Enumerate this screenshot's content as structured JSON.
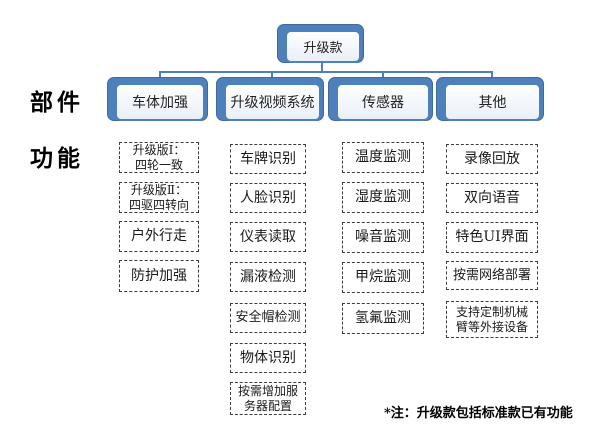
{
  "root": {
    "label": "升级款"
  },
  "row_labels": {
    "components": "部件",
    "functions": "功能"
  },
  "columns": [
    {
      "category": "车体加强",
      "items": [
        "升级版Ⅰ：\n四轮一致",
        "升级版Ⅱ：\n四驱四转向",
        "户外行走",
        "防护加强"
      ]
    },
    {
      "category": "升级视频系统",
      "items": [
        "车牌识别",
        "人脸识别",
        "仪表读取",
        "漏液检测",
        "安全帽检测",
        "物体识别",
        "按需增加服\n务器配置"
      ]
    },
    {
      "category": "传感器",
      "items": [
        "温度监测",
        "湿度监测",
        "噪音监测",
        "甲烷监测",
        "氢氟监测"
      ]
    },
    {
      "category": "其他",
      "items": [
        "录像回放",
        "双向语音",
        "特色UI界面",
        "按需网络部署",
        "支持定制机械\n臂等外接设备"
      ]
    }
  ],
  "footnote": "*注：升级款包括标准款已有功能",
  "colors": {
    "accent": "#4e80bc",
    "accent_dark": "#41699c",
    "face_fill": "#f4f8fc",
    "dashed_border": "#3c3c3c",
    "background": "#ffffff"
  }
}
